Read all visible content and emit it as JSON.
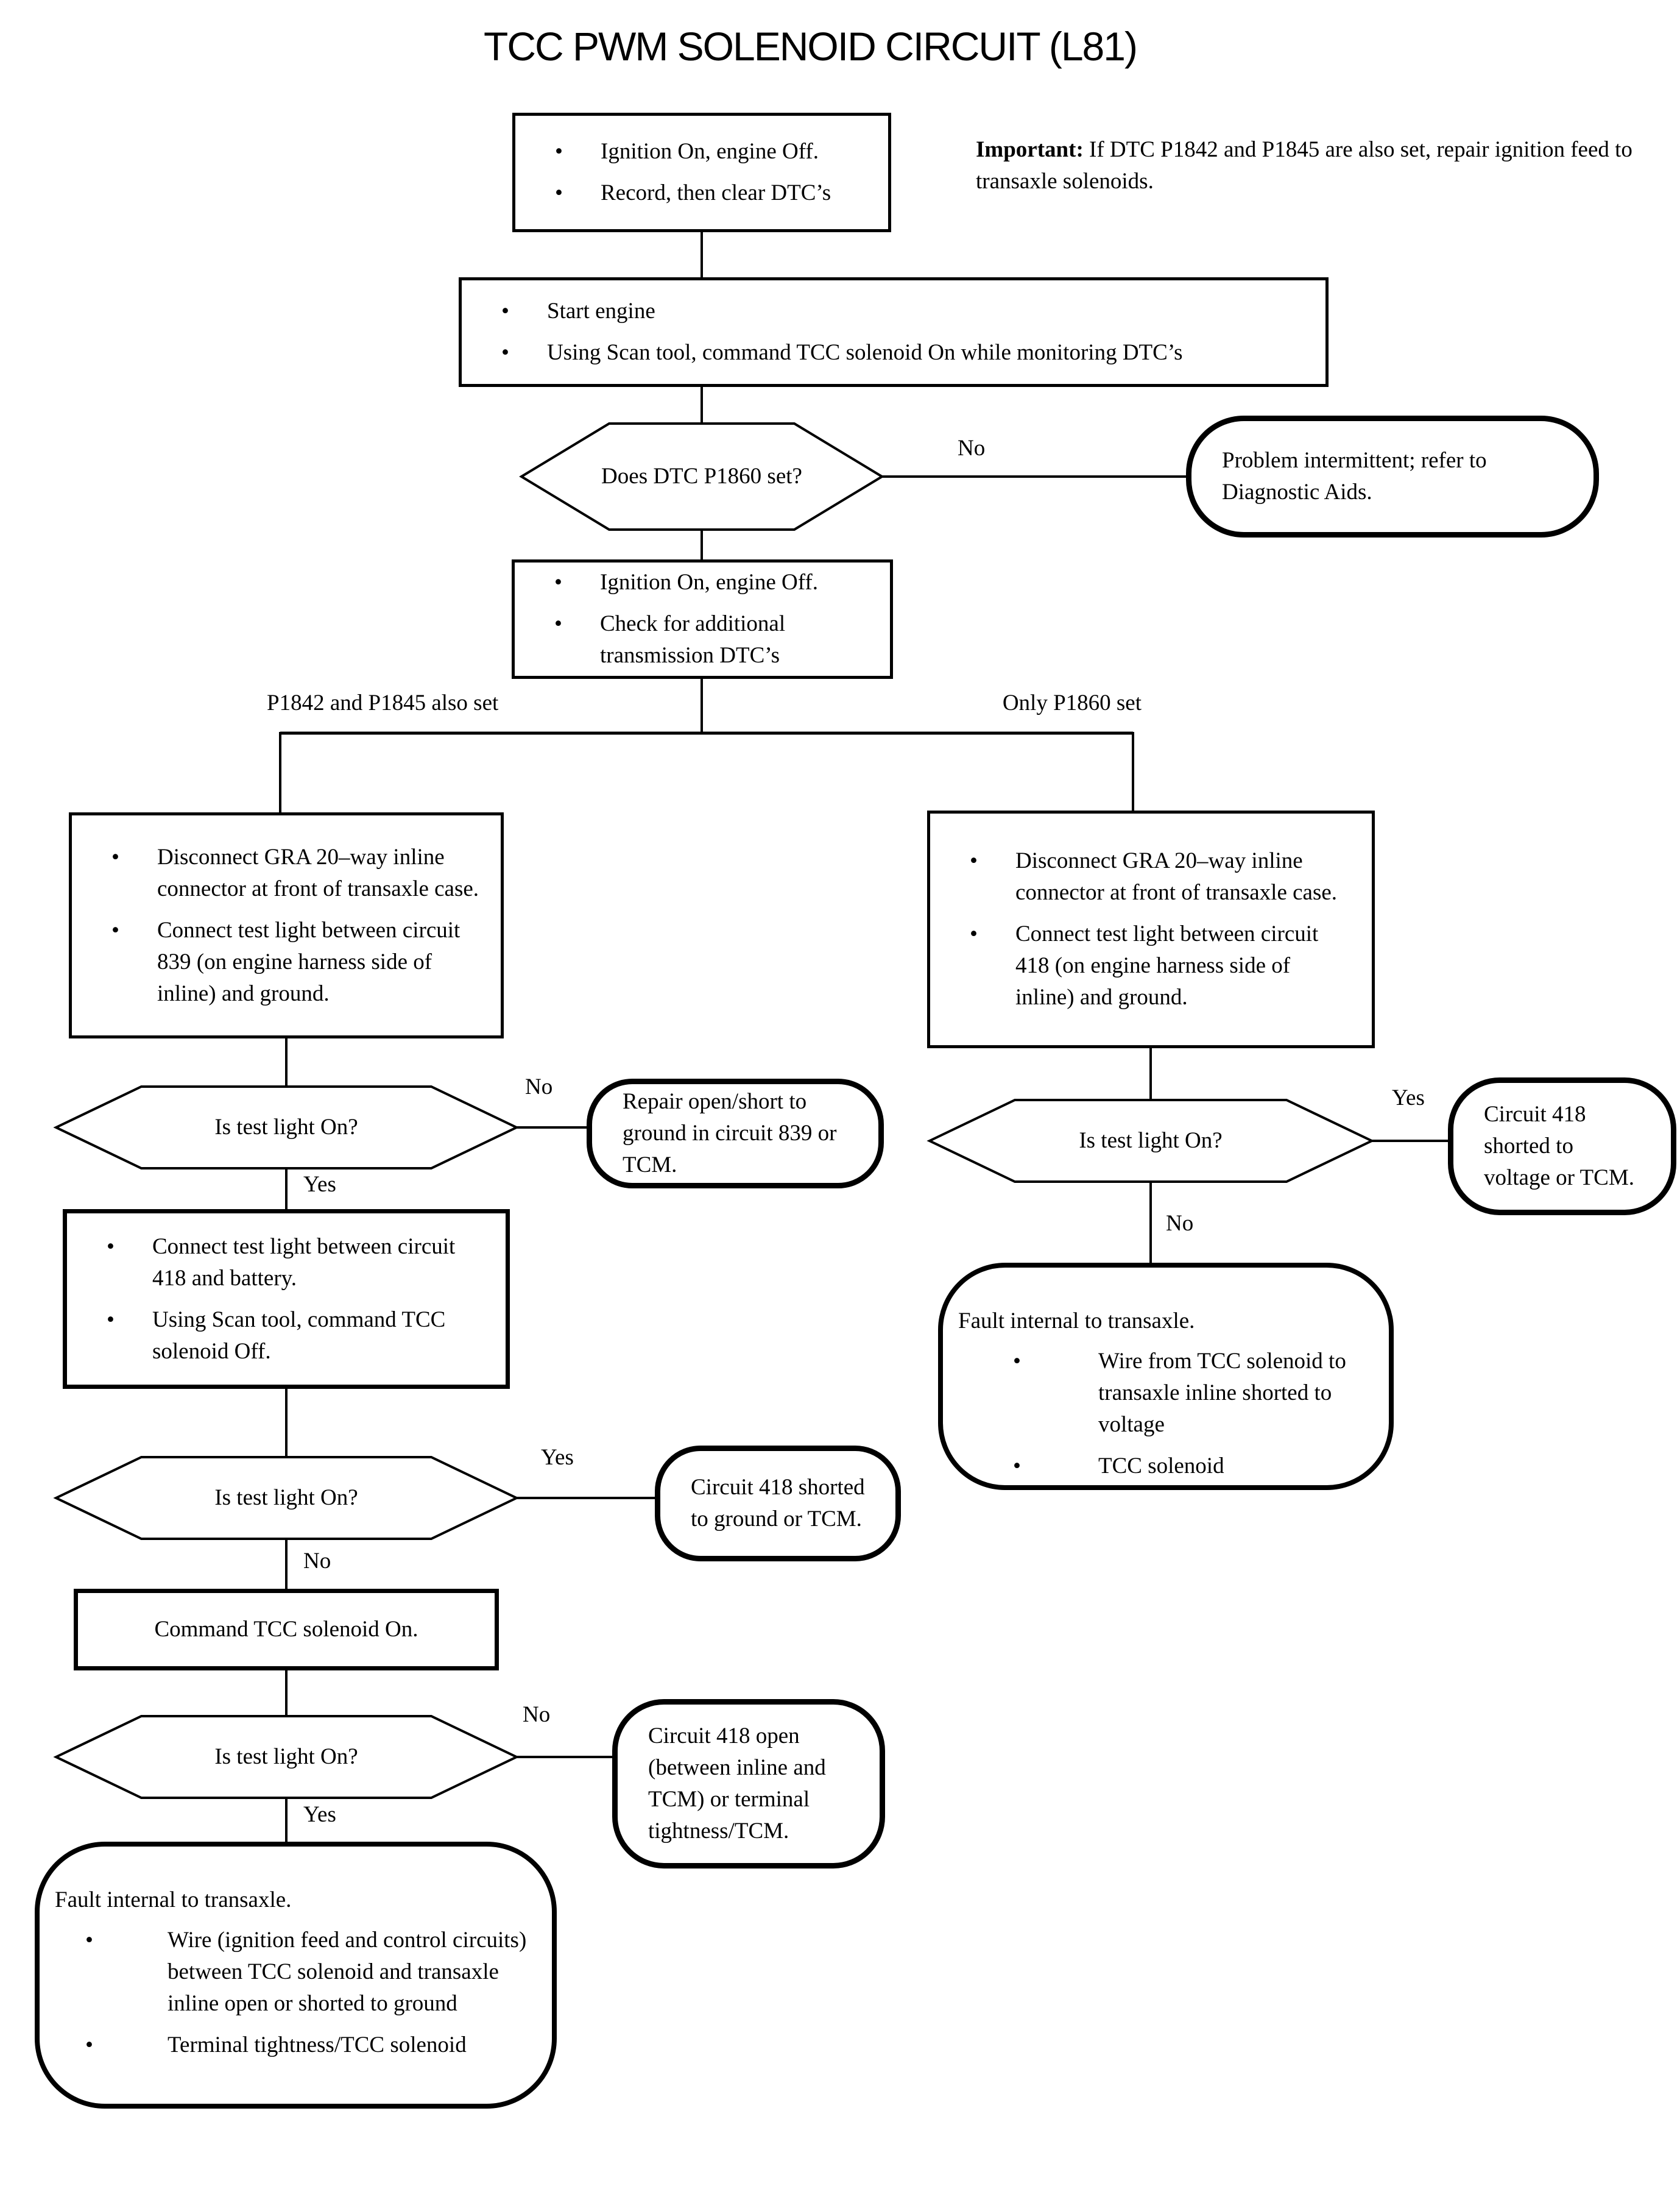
{
  "title": "TCC PWM SOLENOID CIRCUIT (L81)",
  "colors": {
    "ink": "#000000",
    "background": "#ffffff"
  },
  "important_note": {
    "label": "Important:",
    "text": "If DTC P1842 and P1845 are also set, repair ignition feed to transaxle solenoids."
  },
  "labels": {
    "yes": "Yes",
    "no": "No"
  },
  "branch_labels": {
    "left": "P1842 and P1845 also set",
    "right": "Only P1860 set"
  },
  "nodes": {
    "start": {
      "type": "process",
      "bullets": [
        "Ignition On, engine Off.",
        "Record, then clear DTC’s"
      ]
    },
    "start2": {
      "type": "process",
      "bullets": [
        "Start engine",
        "Using Scan tool, command TCC solenoid On while monitoring DTC’s"
      ]
    },
    "hex_p1860": {
      "type": "decision",
      "text": "Does DTC P1860 set?"
    },
    "term_intermittent": {
      "type": "terminal",
      "text": "Problem intermittent; refer to Diagnostic Aids."
    },
    "check_dtcs": {
      "type": "process",
      "bullets": [
        "Ignition On, engine Off.",
        "Check for additional transmission DTC’s"
      ]
    },
    "left_disconnect": {
      "type": "process",
      "bullets": [
        "Disconnect GRA 20–way inline connector at front of transaxle case.",
        "Connect test light between circuit 839 (on engine harness side of inline) and ground."
      ]
    },
    "hex_left1": {
      "type": "decision",
      "text": "Is test light On?"
    },
    "term_repair839": {
      "type": "terminal",
      "text": "Repair open/short to ground in circuit 839 or TCM."
    },
    "left_battery": {
      "type": "process",
      "bullets": [
        "Connect test light between circuit 418 and battery.",
        "Using Scan tool, command TCC solenoid Off."
      ]
    },
    "hex_left2": {
      "type": "decision",
      "text": "Is test light On?"
    },
    "term_418_ground": {
      "type": "terminal",
      "text": "Circuit 418 shorted to ground or TCM."
    },
    "command_on": {
      "type": "process",
      "text": "Command TCC solenoid On."
    },
    "hex_left3": {
      "type": "decision",
      "text": "Is test light On?"
    },
    "term_418_open": {
      "type": "terminal",
      "text": "Circuit 418 open (between inline and TCM) or terminal tightness/TCM."
    },
    "term_fault_left": {
      "type": "terminal",
      "heading": "Fault internal to transaxle.",
      "bullets": [
        "Wire (ignition feed and control circuits) between TCC solenoid and transaxle inline open or shorted to ground",
        "Terminal tightness/TCC solenoid"
      ]
    },
    "right_disconnect": {
      "type": "process",
      "bullets": [
        "Disconnect GRA 20–way inline connector at front of transaxle case.",
        "Connect test light between circuit 418 (on engine harness side of inline) and ground."
      ]
    },
    "hex_right1": {
      "type": "decision",
      "text": "Is test light On?"
    },
    "term_418_voltage": {
      "type": "terminal",
      "text": "Circuit 418 shorted to voltage or TCM."
    },
    "term_fault_right": {
      "type": "terminal",
      "heading": "Fault internal to transaxle.",
      "bullets": [
        "Wire from TCC solenoid to transaxle inline shorted to voltage",
        "TCC solenoid"
      ]
    }
  }
}
